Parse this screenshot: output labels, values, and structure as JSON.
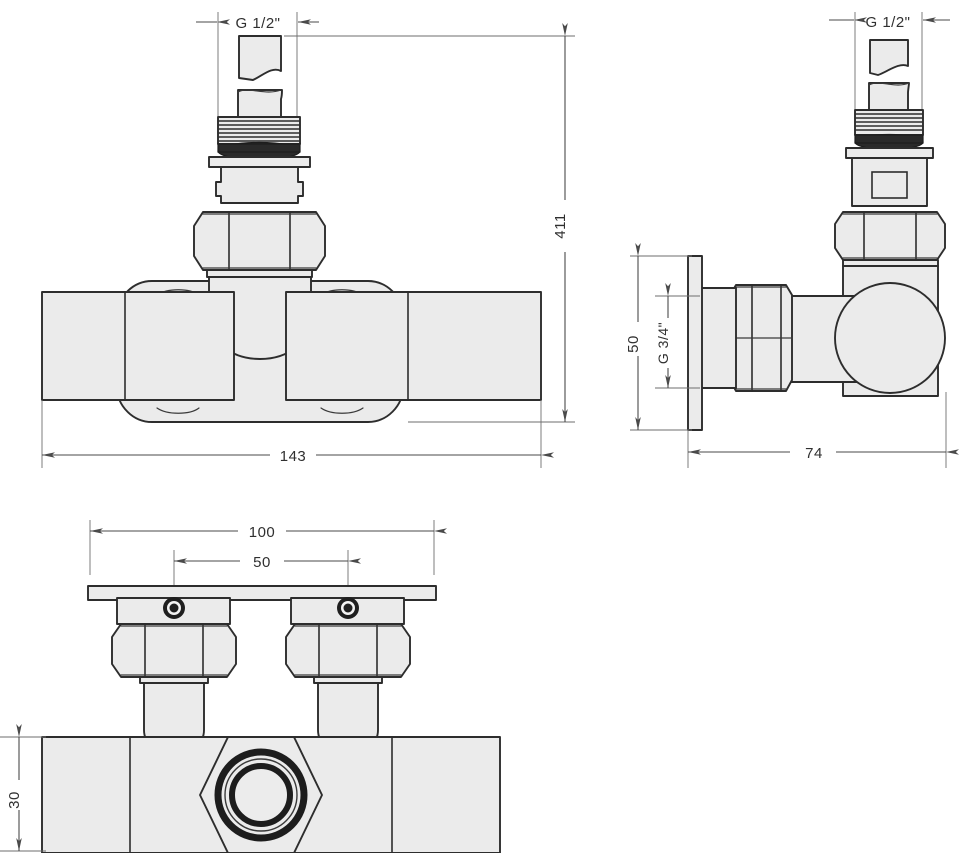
{
  "drawing": {
    "title": "Angle Radiator Valve Set - Technical Dimension Drawing",
    "background_color": "#ffffff",
    "part_fill_color": "#ebebeb",
    "outline_color": "#2d2d2d",
    "dim_color": "#4a4a4a",
    "gasket_color": "#2a2a2a"
  },
  "views": [
    {
      "id": "front-view",
      "name": "front-elevation-view",
      "position": "top-left"
    },
    {
      "id": "side-view",
      "name": "side-elevation-view",
      "position": "top-right"
    },
    {
      "id": "plan-view",
      "name": "plan-bottom-view",
      "position": "bottom-left"
    }
  ],
  "dimensions": {
    "front_thread_label": "G 1/2\"",
    "front_height": "411",
    "front_width": "143",
    "side_thread_label": "G 1/2\"",
    "side_flange_height": "50",
    "side_connection_label": "G 3/4\"",
    "side_depth": "74",
    "plan_outer_width": "100",
    "plan_center_distance": "50",
    "plan_body_height": "30"
  }
}
